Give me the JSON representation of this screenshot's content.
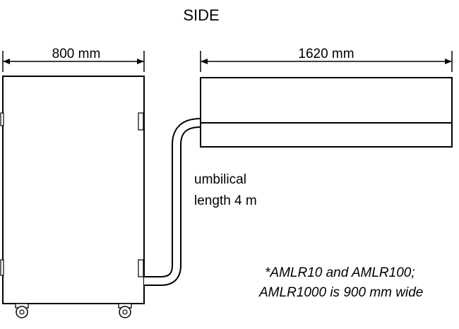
{
  "title": "SIDE",
  "dimensions": {
    "cabinet_width": "800 mm",
    "head_width": "1620 mm"
  },
  "umbilical": {
    "line1": "umbilical",
    "line2": "length 4 m"
  },
  "footnote": {
    "line1": "*AMLR10 and AMLR100;",
    "line2": "AMLR1000 is 900 mm wide"
  }
}
